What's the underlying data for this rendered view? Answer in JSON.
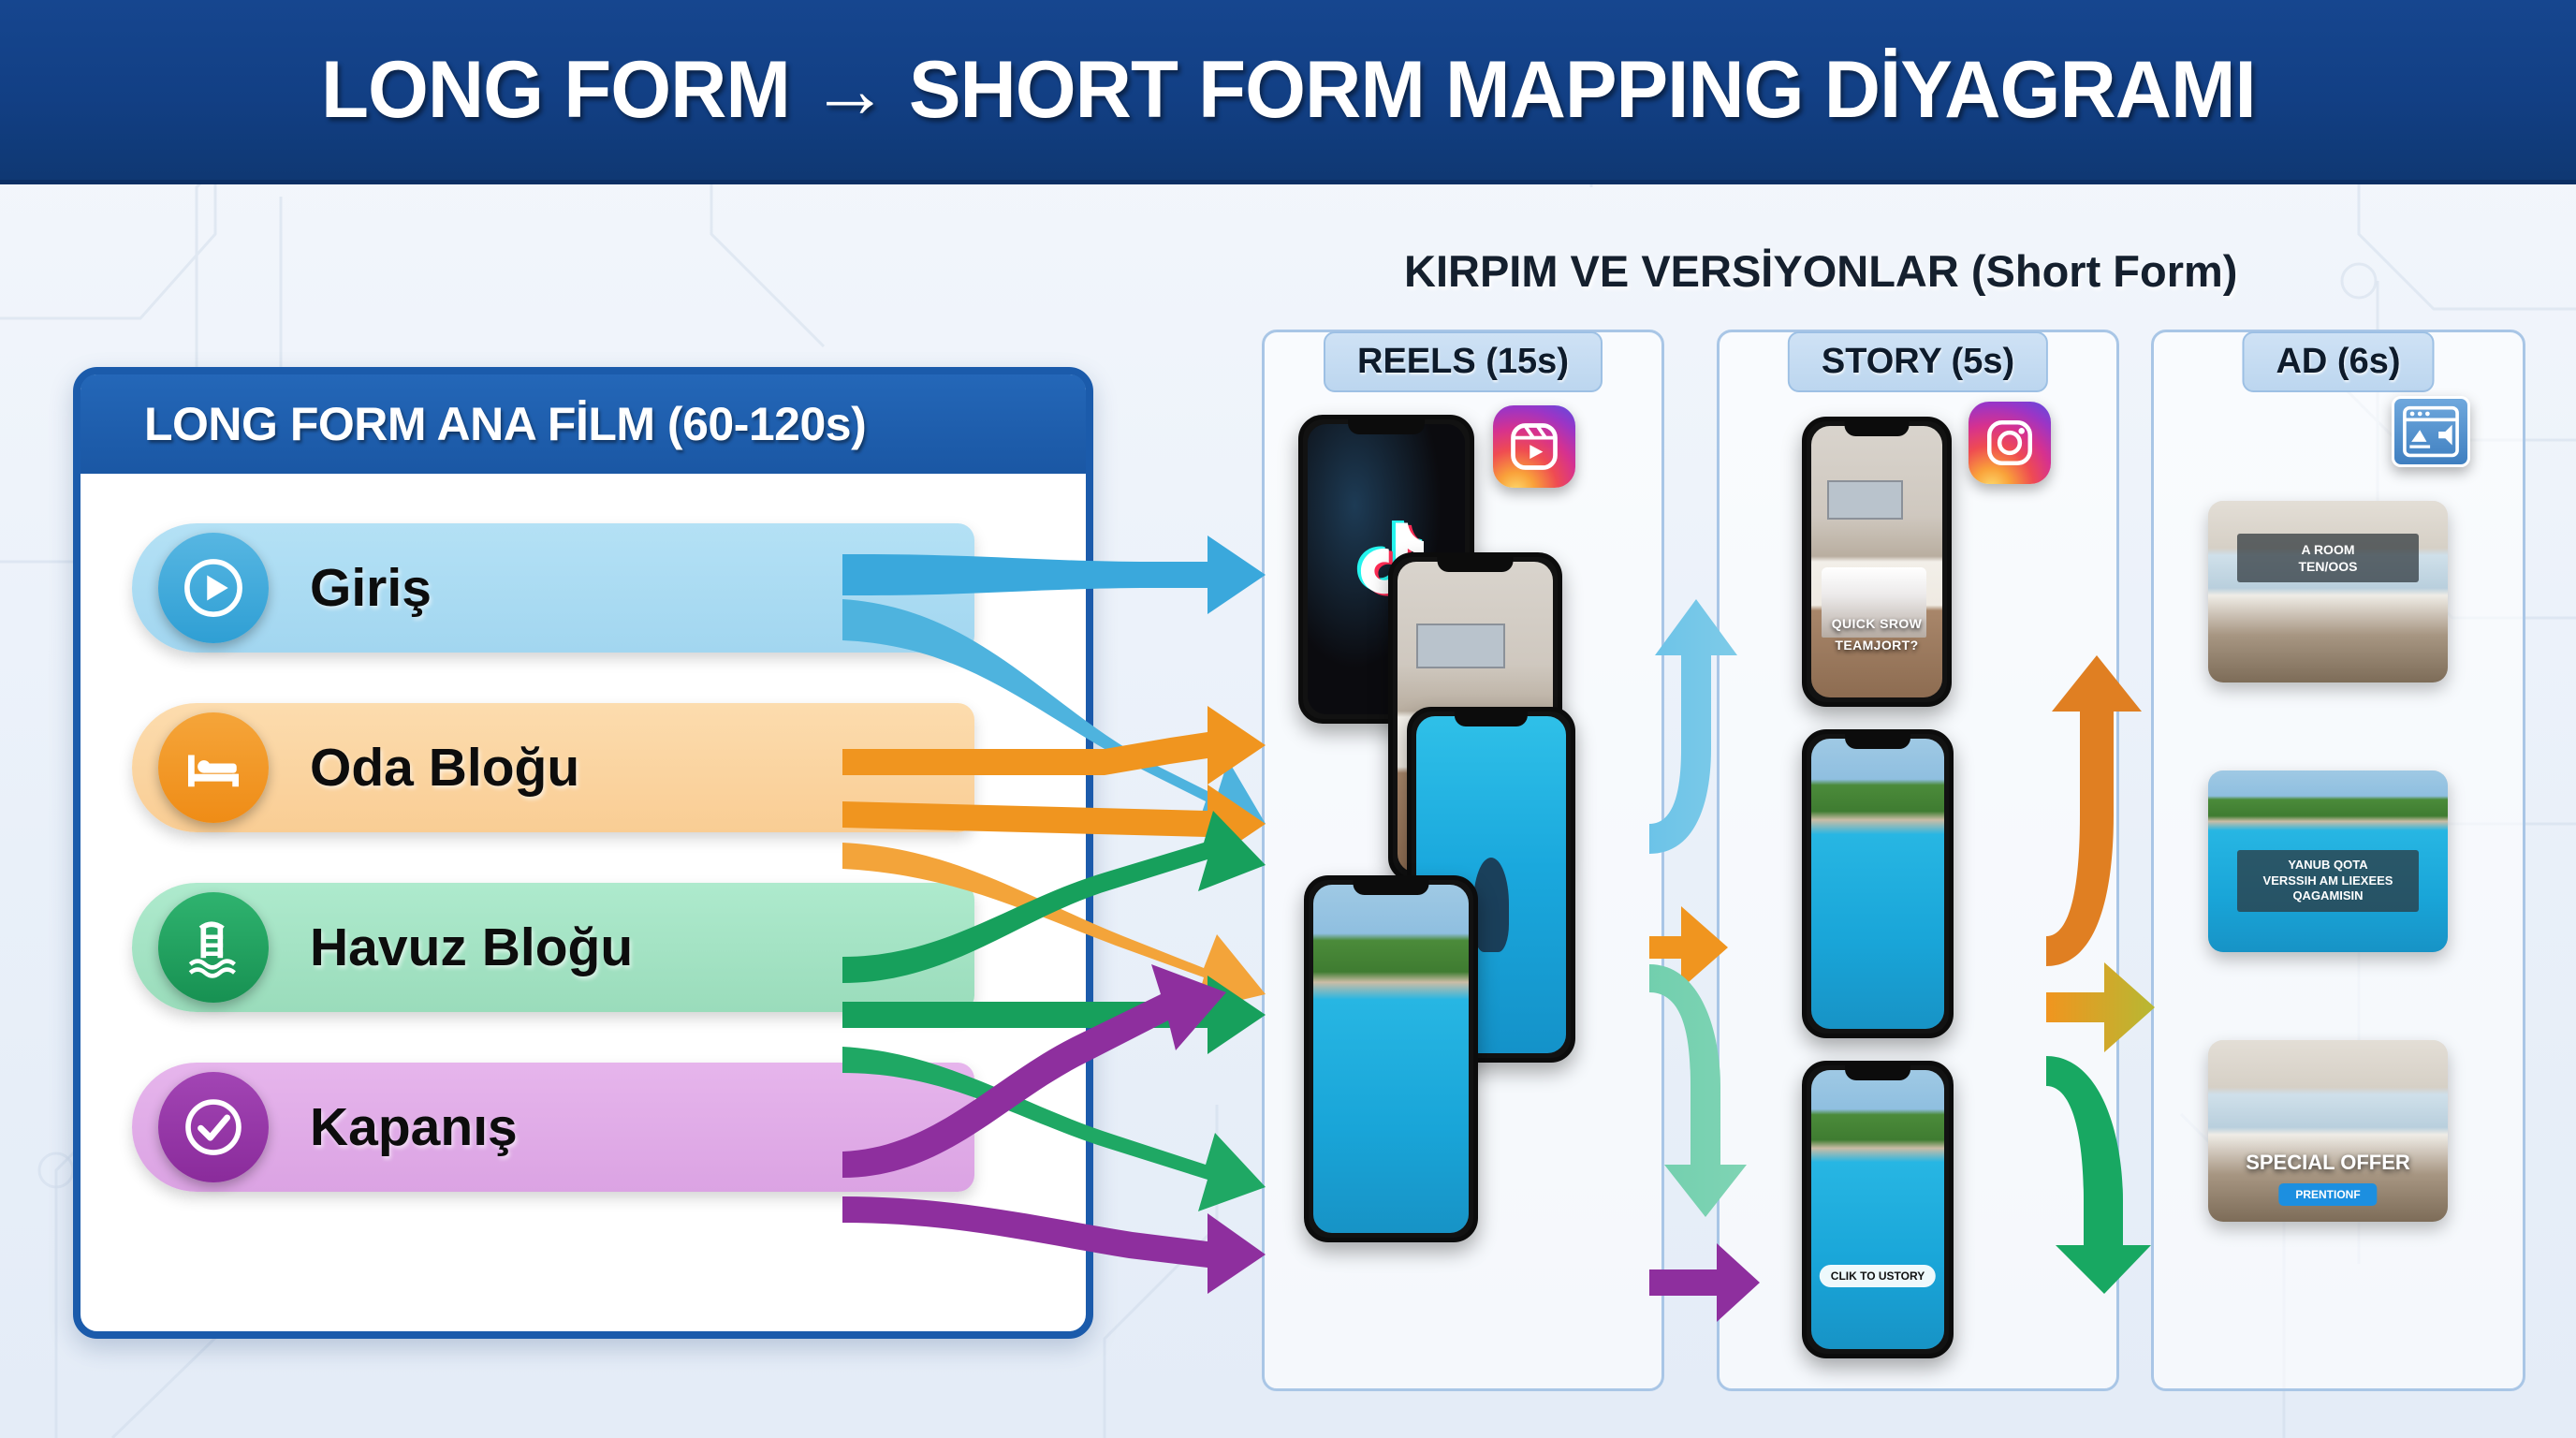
{
  "header": {
    "title": "LONG FORM → SHORT FORM MAPPING DİYAGRAMI",
    "bg_color": "#16468f",
    "text_color": "#ffffff"
  },
  "left_panel": {
    "header_label": "LONG FORM ANA FİLM (60-120s)",
    "border_color": "#1b5bab",
    "segments": [
      {
        "label": "Giriş",
        "icon": "play-circle-icon",
        "bar_color": "#a8daf2",
        "accent_color": "#3aa8dc"
      },
      {
        "label": "Oda Bloğu",
        "icon": "bed-icon",
        "bar_color": "#fbd5a0",
        "accent_color": "#f19420"
      },
      {
        "label": "Havuz Bloğu",
        "icon": "pool-ladder-icon",
        "bar_color": "#a4e5c3",
        "accent_color": "#1ea35e"
      },
      {
        "label": "Kapanış",
        "icon": "check-circle-icon",
        "bar_color": "#e0a9e6",
        "accent_color": "#8e2f9e"
      }
    ]
  },
  "right_section": {
    "heading": "KIRPIM VE VERSİYONLAR (Short Form)",
    "columns": [
      {
        "id": "reels",
        "header": "REELS (15s)",
        "platform_icon": "instagram-reels-icon"
      },
      {
        "id": "story",
        "header": "STORY (5s)",
        "platform_icon": "instagram-icon"
      },
      {
        "id": "ad",
        "header": "AD (6s)",
        "platform_icon": "display-ad-icon"
      }
    ]
  },
  "reels_column": {
    "phones": [
      {
        "name": "tiktok-phone",
        "content": "tiktok-logo"
      },
      {
        "name": "room-phone",
        "content": "hotel-room"
      },
      {
        "name": "pool-dive-phone",
        "content": "pool-diver"
      },
      {
        "name": "pool-wide-phone",
        "content": "pool-wide"
      }
    ]
  },
  "story_column": {
    "phones": [
      {
        "name": "story-room-phone",
        "overlay_line1": "QUICK SROW",
        "overlay_line2": "TEAMJORT?"
      },
      {
        "name": "story-splash-phone",
        "overlay_line1": "",
        "overlay_line2": ""
      },
      {
        "name": "story-pool-phone",
        "cta": "CLIK TO USTORY"
      }
    ]
  },
  "ad_column": {
    "cards": [
      {
        "name": "ad-card-room",
        "caption": "A ROOM\nTEN/OOS"
      },
      {
        "name": "ad-card-pool",
        "caption": "YANUB QOTA\nVERSSIH AM LIEXEES\nQAGAMISIN"
      },
      {
        "name": "ad-card-offer",
        "headline": "SPECIAL OFFER",
        "button": "PRENTIONF"
      }
    ]
  },
  "arrow_colors": {
    "giris": "#3aa8dc",
    "oda": "#f0951f",
    "havuz": "#17a05c",
    "kapanis": "#8e2f9e",
    "story_to_ad_warm": "#e07f22",
    "story_to_ad_green": "#18a862"
  }
}
